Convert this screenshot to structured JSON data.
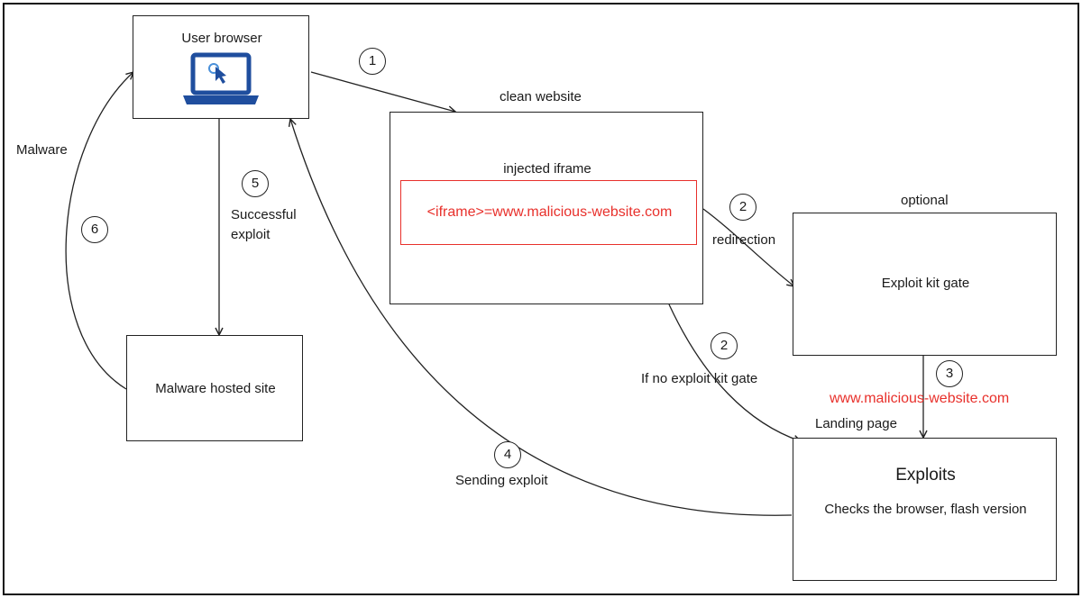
{
  "nodes": {
    "user_browser": "User browser",
    "clean_website": "clean website",
    "injected_iframe": "injected iframe",
    "iframe_code": "<iframe>=www.malicious-website.com",
    "optional": "optional",
    "exploit_kit_gate": "Exploit kit gate",
    "malware_hosted_site": "Malware hosted site",
    "landing_page": "Landing page",
    "exploits_title": "Exploits",
    "exploits_desc": "Checks the browser, flash version"
  },
  "edges": {
    "step1": "1",
    "step2a": "2",
    "redirection": "redirection",
    "step2b": "2",
    "no_gate": "If no exploit kit gate",
    "step3": "3",
    "malicious_url": "www.malicious-website.com",
    "step4": "4",
    "sending_exploit": "Sending exploit",
    "step5": "5",
    "successful": "Successful",
    "exploit": "exploit",
    "step6": "6",
    "malware": "Malware"
  },
  "colors": {
    "accent_red": "#e8302b",
    "laptop_blue": "#1f4e9e"
  },
  "icons": {
    "browser": "laptop-cursor-icon"
  }
}
